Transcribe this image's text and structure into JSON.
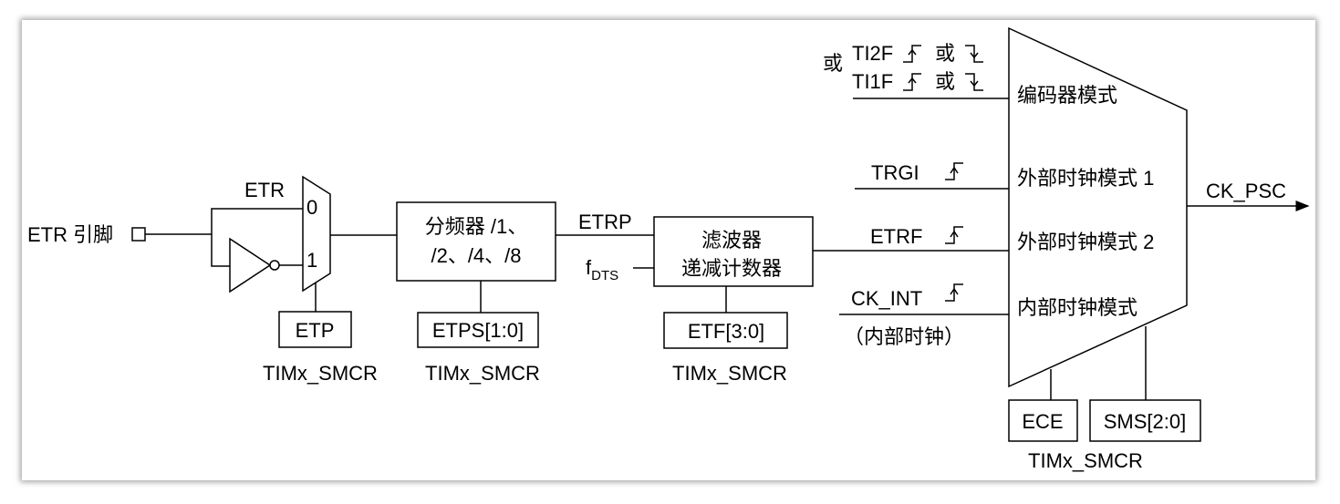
{
  "input": {
    "pin_label": "ETR 引脚"
  },
  "mux": {
    "label": "ETR",
    "in0": "0",
    "in1": "1"
  },
  "etp": {
    "label": "ETP",
    "reg": "TIMx_SMCR"
  },
  "prescaler": {
    "line1": "分频器 /1、",
    "line2": "/2、/4、/8",
    "ctrl": "ETPS[1:0]",
    "reg": "TIMx_SMCR"
  },
  "etrp_label": "ETRP",
  "fdts": {
    "f": "f",
    "sub": "DTS"
  },
  "filter": {
    "line1": "滤波器",
    "line2": "递减计数器",
    "ctrl": "ETF[3:0]",
    "reg": "TIMx_SMCR"
  },
  "encoder": {
    "prefix": "或",
    "ti2f": "TI2F",
    "ti1f": "TI1F",
    "or": "或",
    "mode": "编码器模式"
  },
  "trgi": {
    "label": "TRGI",
    "mode": "外部时钟模式 1"
  },
  "etrf": {
    "label": "ETRF",
    "mode": "外部时钟模式 2"
  },
  "ckint": {
    "label": "CK_INT",
    "note": "（内部时钟）",
    "mode": "内部时钟模式"
  },
  "output": {
    "label": "CK_PSC"
  },
  "ece": {
    "label": "ECE"
  },
  "sms": {
    "label": "SMS[2:0]"
  },
  "selector_reg": "TIMx_SMCR"
}
